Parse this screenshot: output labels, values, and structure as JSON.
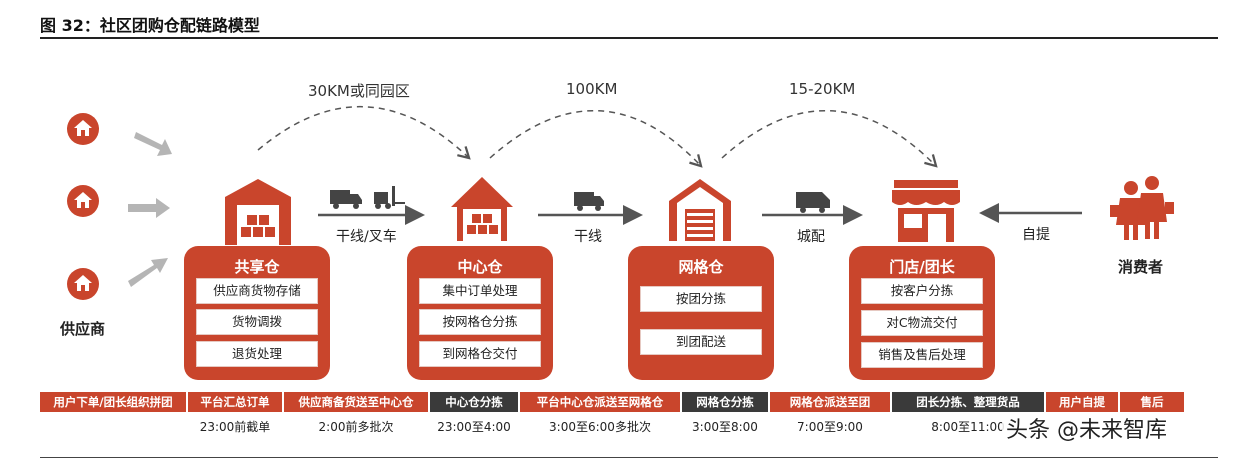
{
  "title": "图 32：社区团购仓配链路模型",
  "distances": [
    "30KM或同园区",
    "100KM",
    "15-20KM"
  ],
  "links": [
    "干线/叉车",
    "干线",
    "城配",
    "自提"
  ],
  "supplier_label": "供应商",
  "consumer_label": "消费者",
  "nodes": [
    {
      "title": "共享仓",
      "items": [
        "供应商货物存储",
        "货物调拨",
        "退货处理"
      ]
    },
    {
      "title": "中心仓",
      "items": [
        "集中订单处理",
        "按网格仓分拣",
        "到网格仓交付"
      ]
    },
    {
      "title": "网格仓",
      "items": [
        "按团分拣",
        "到团配送"
      ]
    },
    {
      "title": "门店/团长",
      "items": [
        "按客户分拣",
        "对C物流交付",
        "销售及售后处理"
      ]
    }
  ],
  "timeline": [
    {
      "label": "用户下单/团长组织拼团",
      "time": "",
      "color": "#c9452c"
    },
    {
      "label": "平台汇总订单",
      "time": "23:00前截单",
      "color": "#c9452c"
    },
    {
      "label": "供应商备货送至中心仓",
      "time": "2:00前多批次",
      "color": "#c9452c"
    },
    {
      "label": "中心仓分拣",
      "time": "23:00至4:00",
      "color": "#3a3a3a"
    },
    {
      "label": "平台中心仓派送至网格仓",
      "time": "3:00至6:00多批次",
      "color": "#c9452c"
    },
    {
      "label": "网格仓分拣",
      "time": "3:00至8:00",
      "color": "#3a3a3a"
    },
    {
      "label": "网格仓派送至团",
      "time": "7:00至9:00",
      "color": "#c9452c"
    },
    {
      "label": "团长分拣、整理货品",
      "time": "8:00至11:00",
      "color": "#3a3a3a"
    },
    {
      "label": "用户自提",
      "time": "",
      "color": "#c9452c"
    },
    {
      "label": "售后",
      "time": "",
      "color": "#c9452c"
    }
  ],
  "watermark": "头条 @未来智库",
  "colors": {
    "accent": "#c9452c",
    "dark": "#3a3a3a",
    "arrow": "#555555"
  }
}
